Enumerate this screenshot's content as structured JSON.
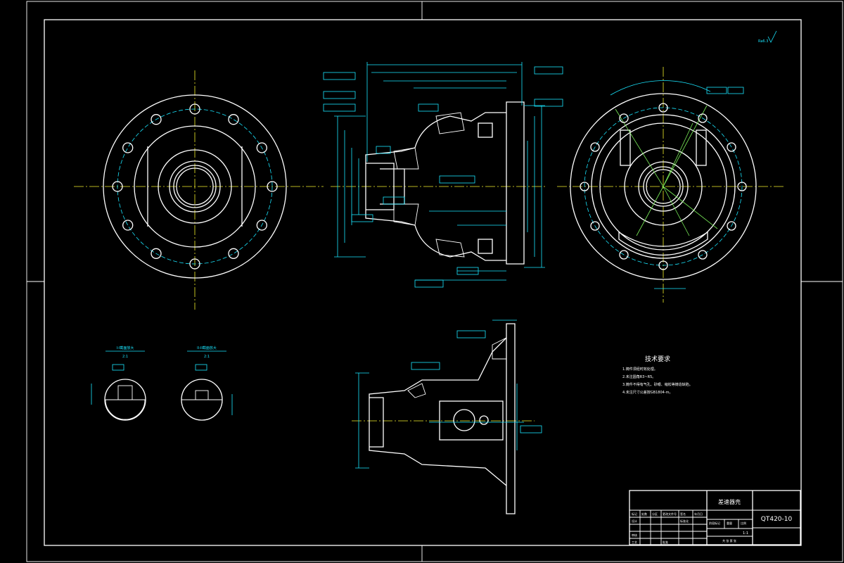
{
  "colors": {
    "background": "#000000",
    "outline": "#ffffff",
    "dimension": "#19e6ff",
    "centerline": "#f2ee2a",
    "construction": "#7cf05a"
  },
  "drawing": {
    "surface_mark": "Ra6.3",
    "sections": {
      "left_caption": "I-I截面放大",
      "left_scale": "2:1",
      "right_caption": "II-II截面放大",
      "right_scale": "2:1"
    },
    "technical_requirements": {
      "heading": "技术要求",
      "items": [
        "1.铸件须经时效处理。",
        "2.未注圆角R3~R5。",
        "3.铸件不得有气孔、砂眼、缩松等铸造缺陷。",
        "4.未注尺寸公差按GB1804-m。"
      ]
    },
    "title_block": {
      "part_name": "差速器壳",
      "drawing_no": "QT420-10",
      "scale": "1:1",
      "labels": {
        "marks": "标记",
        "count": "处数",
        "zone": "分区",
        "change_doc": "更改文件号",
        "signature": "签名",
        "date": "年月日",
        "designer": "设计",
        "standardize": "标准化",
        "review": "审核",
        "process": "工艺",
        "approve": "批准",
        "stage": "阶段标记",
        "weight": "重量",
        "scale_label": "比例",
        "sheets": "共 张 第 张"
      }
    }
  }
}
